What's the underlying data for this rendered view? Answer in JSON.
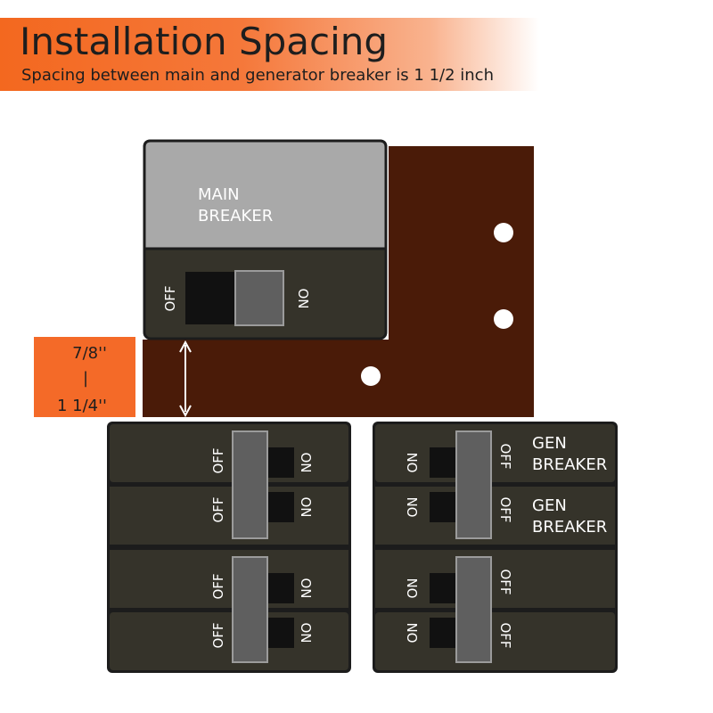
{
  "header": {
    "title": "Installation Spacing",
    "subtitle": "Spacing between main and generator breaker is 1 1/2 inch"
  },
  "main_breaker": {
    "label_line1": "MAIN",
    "label_line2": "BREAKER",
    "off_label": "OFF",
    "on_label": "ON"
  },
  "dimension": {
    "top": "7/8''",
    "separator": "|",
    "bottom": "1  1/4''"
  },
  "left_breakers": {
    "off_label": "OFF",
    "on_label": "ON"
  },
  "right_breakers": {
    "off_label": "OFF",
    "on_label": "ON",
    "gen1_line1": "GEN",
    "gen1_line2": "BREAKER",
    "gen2_line1": "GEN",
    "gen2_line2": "BREAKER"
  },
  "colors": {
    "header_orange": "#f3681f",
    "bus_bar_brown": "#4a1b08",
    "breaker_dark": "#35332a",
    "main_gray": "#a9a9a9",
    "handle_gray": "#5f5f5f",
    "dimension_orange": "#f46a28"
  }
}
